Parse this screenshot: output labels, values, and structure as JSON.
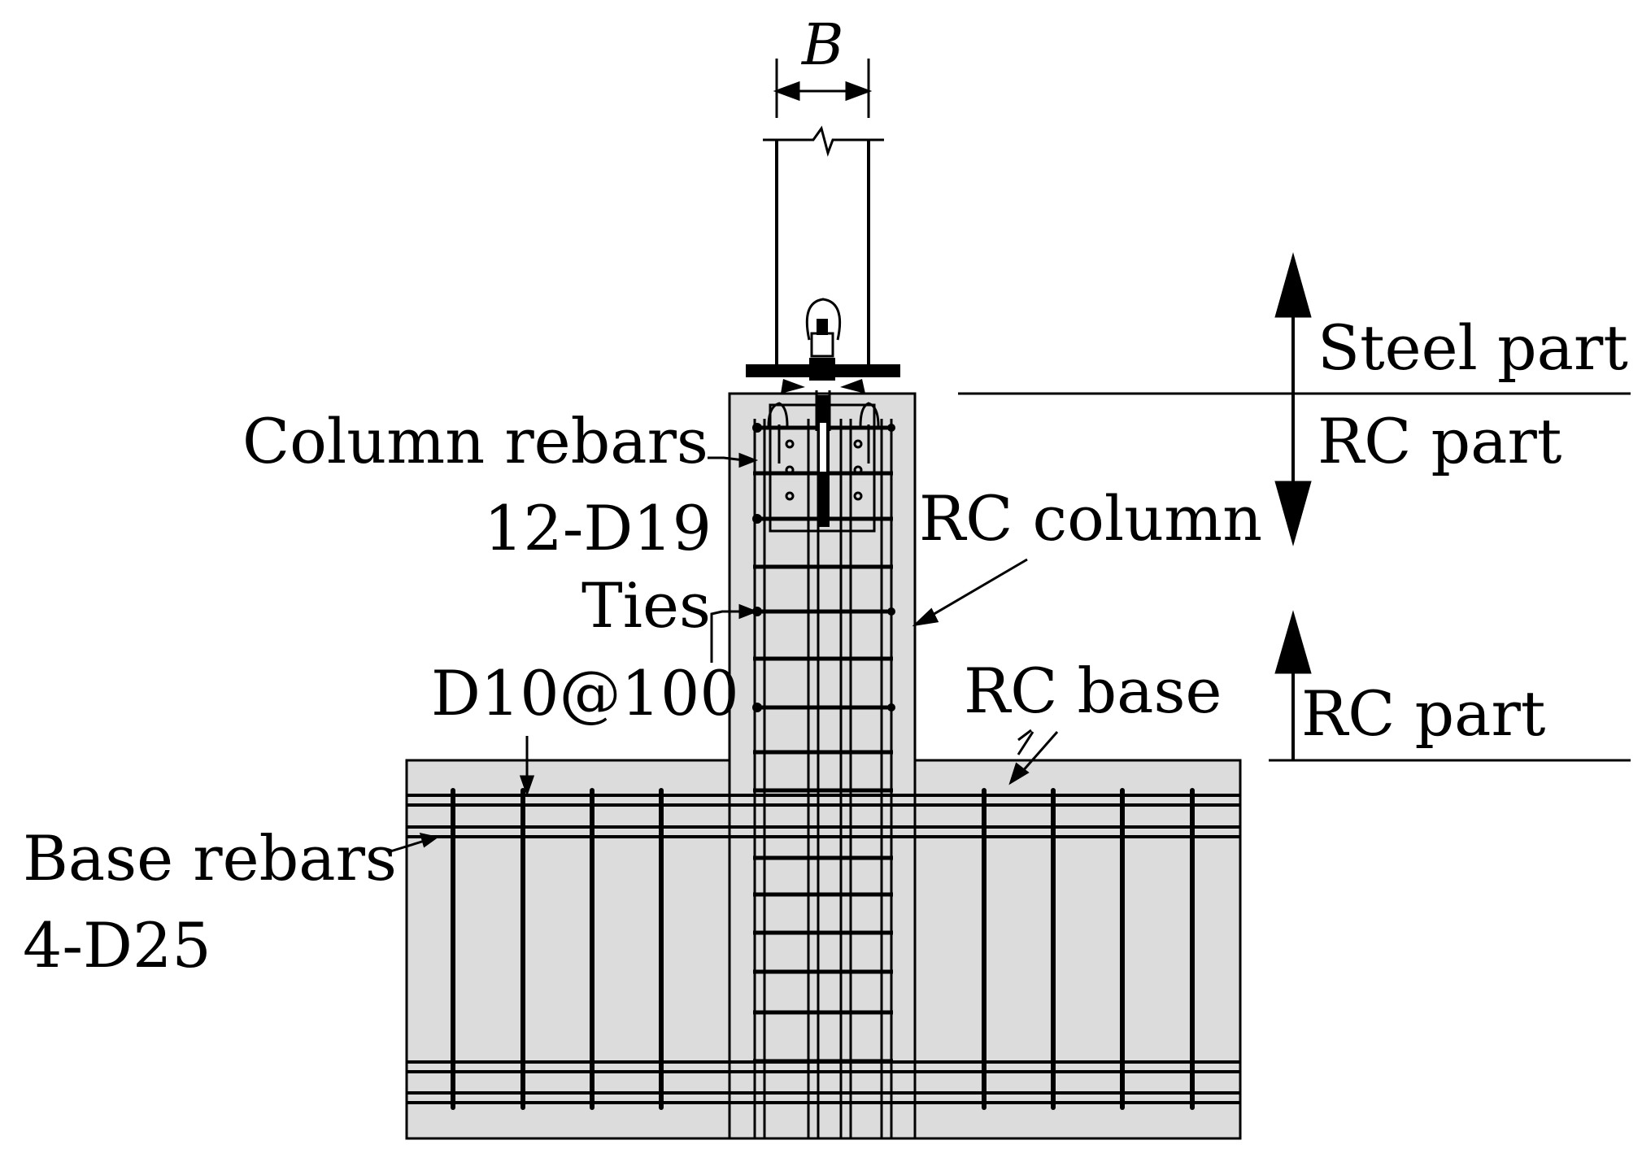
{
  "dimension": {
    "width_label": "B"
  },
  "labels": {
    "steel_part": "Steel part",
    "rc_part_upper": "RC part",
    "rc_part_lower": "RC part",
    "rc_column": "RC column",
    "rc_base": "RC base",
    "column_rebars_name": "Column rebars",
    "column_rebars_spec": "12-D19",
    "ties_name": "Ties",
    "ties_spec": "D10@100",
    "base_rebars_name": "Base rebars",
    "base_rebars_spec": "4-D25"
  },
  "colors": {
    "concrete_fill": "#dcdcdc",
    "line": "#000000"
  }
}
